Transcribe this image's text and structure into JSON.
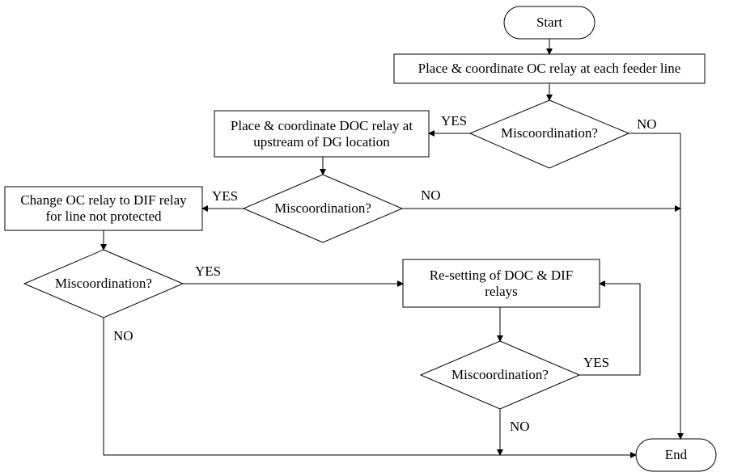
{
  "start": "Start",
  "end": "End",
  "step1": "Place & coordinate OC relay at each feeder line",
  "step2_line1": "Place & coordinate DOC relay at",
  "step2_line2": "upstream of DG location",
  "step3_line1": "Change OC relay to DIF relay",
  "step3_line2": "for line not protected",
  "step4_line1": "Re-setting of DOC & DIF",
  "step4_line2": "relays",
  "decision1": "Miscoordination?",
  "decision2": "Miscoordination?",
  "decision3": "Miscoordination?",
  "decision4": "Miscoordination?",
  "yes": "YES",
  "no": "NO"
}
